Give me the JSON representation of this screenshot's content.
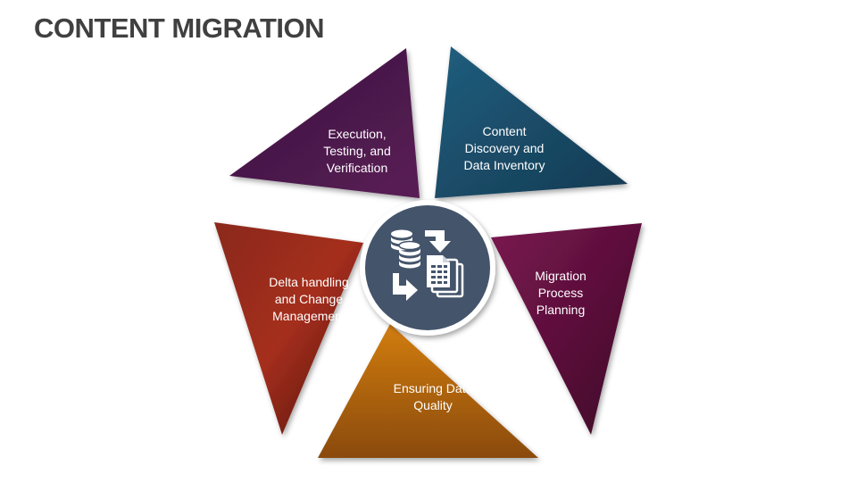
{
  "title": "CONTENT MIGRATION",
  "segments": [
    {
      "lines": [
        "Content",
        "Discovery and",
        "Data Inventory"
      ],
      "color": "#1f5a78"
    },
    {
      "lines": [
        "Migration",
        "Process",
        "Planning"
      ],
      "color": "#6b1240"
    },
    {
      "lines": [
        "Ensuring Data",
        "Quality"
      ],
      "color": "#c06d10"
    },
    {
      "lines": [
        "Delta handling",
        "and Change",
        "Management"
      ],
      "color": "#8e2418"
    },
    {
      "lines": [
        "Execution,",
        "Testing, and",
        "Verification"
      ],
      "color": "#4a1a4c"
    }
  ],
  "center": {
    "icon": "content-migration-icon",
    "color": "#44546a"
  }
}
